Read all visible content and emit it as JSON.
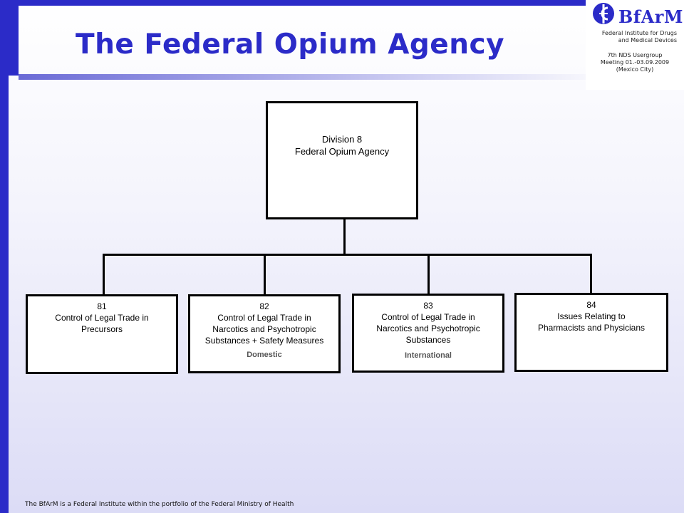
{
  "slide": {
    "title": "The Federal Opium Agency",
    "footer": "The BfArM is a Federal Institute within the portfolio of the Federal Ministry of Health"
  },
  "header": {
    "logo_text": "BfArM",
    "institute_line1": "Federal Institute for Drugs",
    "institute_line2": "and Medical Devices",
    "meeting_line1": "7th NDS Usergroup",
    "meeting_line2": "Meeting 01.-03.09.2009",
    "meeting_line3": "(Mexico City)"
  },
  "colors": {
    "accent": "#2b2bc8"
  },
  "org_chart": {
    "root": {
      "number": "Division 8",
      "name": "Federal Opium Agency"
    },
    "units": [
      {
        "number": "81",
        "line1": "Control of Legal Trade in",
        "line2": "Precursors",
        "line3": "",
        "note": ""
      },
      {
        "number": "82",
        "line1": "Control of Legal Trade in",
        "line2": "Narcotics and Psychotropic",
        "line3": "Substances + Safety Measures",
        "note": "Domestic"
      },
      {
        "number": "83",
        "line1": "Control of Legal Trade in",
        "line2": "Narcotics and Psychotropic",
        "line3": "Substances",
        "note": "International"
      },
      {
        "number": "84",
        "line1": "Issues Relating to",
        "line2": "Pharmacists and Physicians",
        "line3": "",
        "note": ""
      }
    ]
  }
}
